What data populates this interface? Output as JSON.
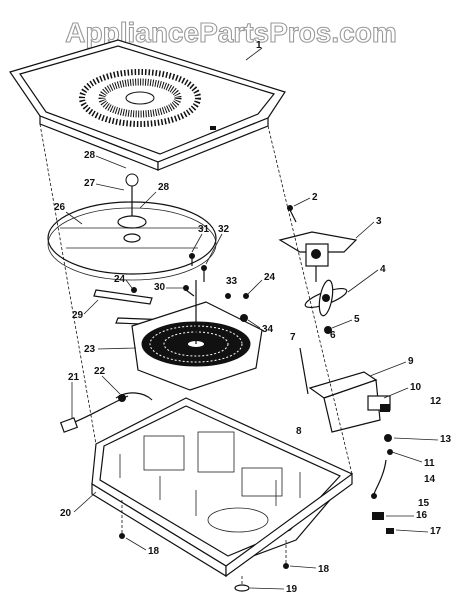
{
  "watermark": "AppliancePartsPros.com",
  "callouts": [
    "1",
    "2",
    "3",
    "4",
    "5",
    "6",
    "7",
    "8",
    "9",
    "10",
    "11",
    "12",
    "13",
    "14",
    "15",
    "16",
    "17",
    "18",
    "19",
    "20",
    "21",
    "22",
    "23",
    "24",
    "26",
    "27",
    "28",
    "29",
    "30",
    "31",
    "32",
    "33",
    "34"
  ]
}
